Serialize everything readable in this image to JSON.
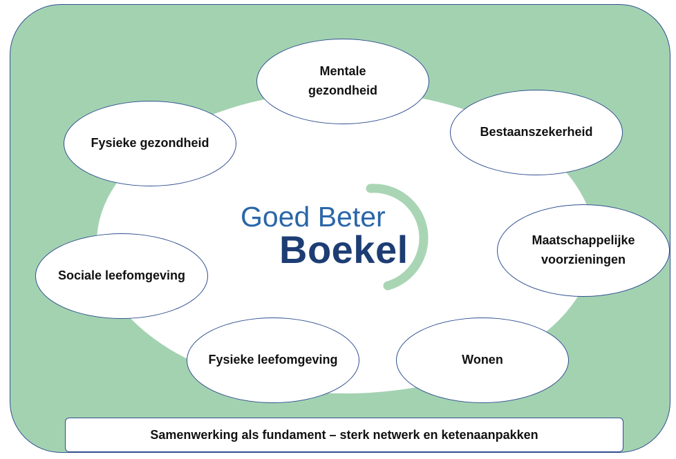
{
  "colors": {
    "background_green": "#a3d2b1",
    "outline_blue": "#2f4f8f",
    "logo_blue_light": "#2a66a9",
    "logo_blue_dark": "#1d3d73",
    "logo_arc_green": "#a9d5b4"
  },
  "logo": {
    "line1": "Goed Beter",
    "line2": "Boekel"
  },
  "topics": {
    "mentale": "Mentale\ngezondheid",
    "bestaan": "Bestaanszekerheid",
    "fysiek_gezond": "Fysieke gezondheid",
    "maatschappelijk": "Maatschappelijke\nvoorzieningen",
    "sociaal": "Sociale leefomgeving",
    "fysiek_leef": "Fysieke leefomgeving",
    "wonen": "Wonen"
  },
  "foundation": "Samenwerking als fundament – sterk netwerk en ketenaanpakken"
}
